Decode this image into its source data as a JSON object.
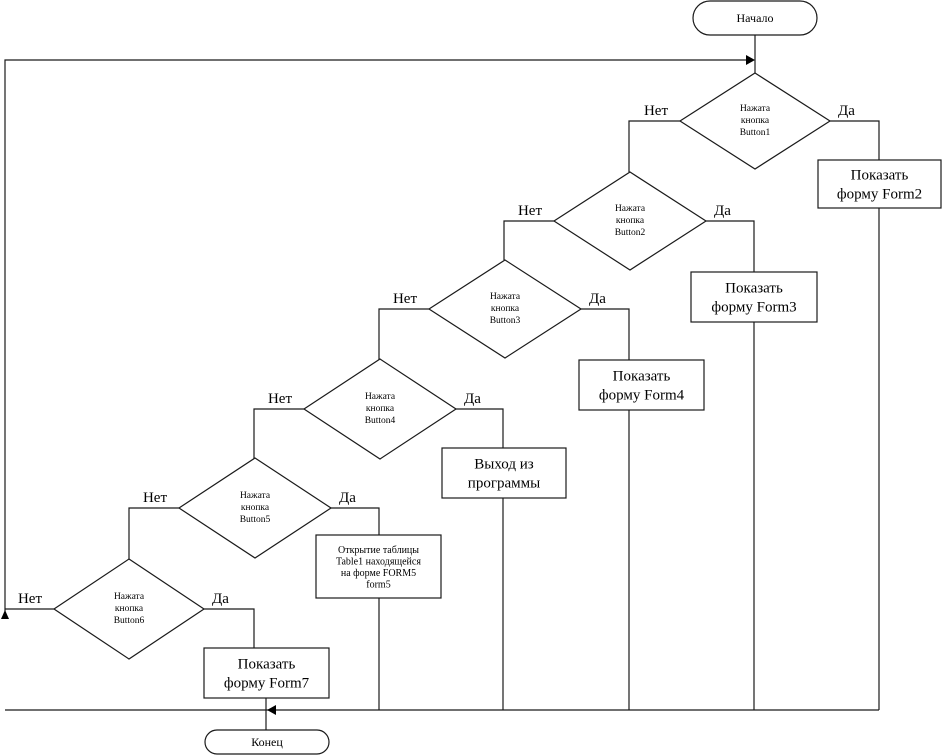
{
  "diagram": {
    "start_label": "Начало",
    "end_label": "Конец",
    "yes_label": "Да",
    "no_label": "Нет",
    "decisions": [
      {
        "line1": "Нажата",
        "line2": "кнопка",
        "line3": "Button1"
      },
      {
        "line1": "Нажата",
        "line2": "кнопка",
        "line3": "Button2"
      },
      {
        "line1": "Нажата",
        "line2": "кнопка",
        "line3": "Button3"
      },
      {
        "line1": "Нажата",
        "line2": "кнопка",
        "line3": "Button4"
      },
      {
        "line1": "Нажата",
        "line2": "кнопка",
        "line3": "Button5"
      },
      {
        "line1": "Нажата",
        "line2": "кнопка",
        "line3": "Button6"
      }
    ],
    "actions": [
      {
        "lines": [
          "Показать",
          "форму Form2"
        ]
      },
      {
        "lines": [
          "Показать",
          "форму Form3"
        ]
      },
      {
        "lines": [
          "Показать",
          "форму Form4"
        ]
      },
      {
        "lines": [
          "Выход из",
          "программы"
        ]
      },
      {
        "lines": [
          "Открытие таблицы",
          "Table1 находящейся",
          "на форме FORM5",
          "form5"
        ]
      },
      {
        "lines": [
          "Показать",
          "форму Form7"
        ]
      }
    ]
  }
}
